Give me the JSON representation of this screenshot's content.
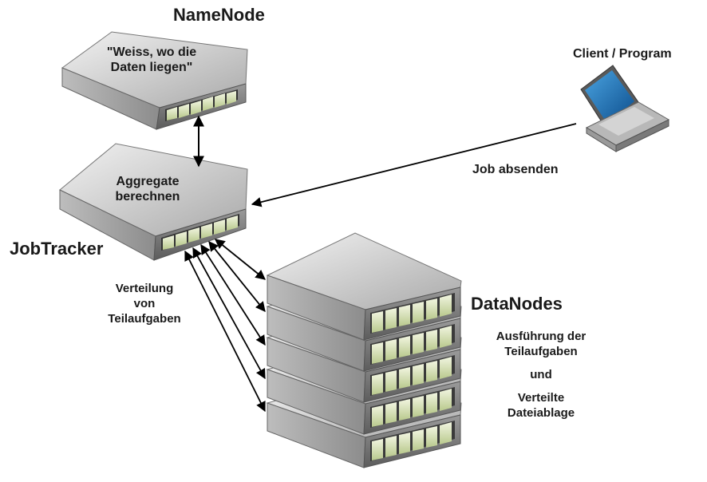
{
  "namenode": {
    "title": "NameNode",
    "desc_line1": "\"Weiss, wo die",
    "desc_line2": "Daten liegen\""
  },
  "jobtracker": {
    "title": "JobTracker",
    "desc_line1": "Aggregate",
    "desc_line2": "berechnen"
  },
  "client": {
    "title": "Client / Program"
  },
  "job_submit": {
    "label": "Job absenden"
  },
  "distribution": {
    "line1": "Verteilung",
    "line2": "von",
    "line3": "Teilaufgaben"
  },
  "datanodes": {
    "title": "DataNodes",
    "desc_line1": "Ausführung der",
    "desc_line2": "Teilaufgaben",
    "desc_line3": "und",
    "desc_line4": "Verteilte",
    "desc_line5": "Dateiablage"
  },
  "colors": {
    "server_top": "#d9d9d9",
    "server_front": "#8a8a8a",
    "bay": "#d8e6b0",
    "screen": "#1e6fb5",
    "arrow": "#000000"
  }
}
